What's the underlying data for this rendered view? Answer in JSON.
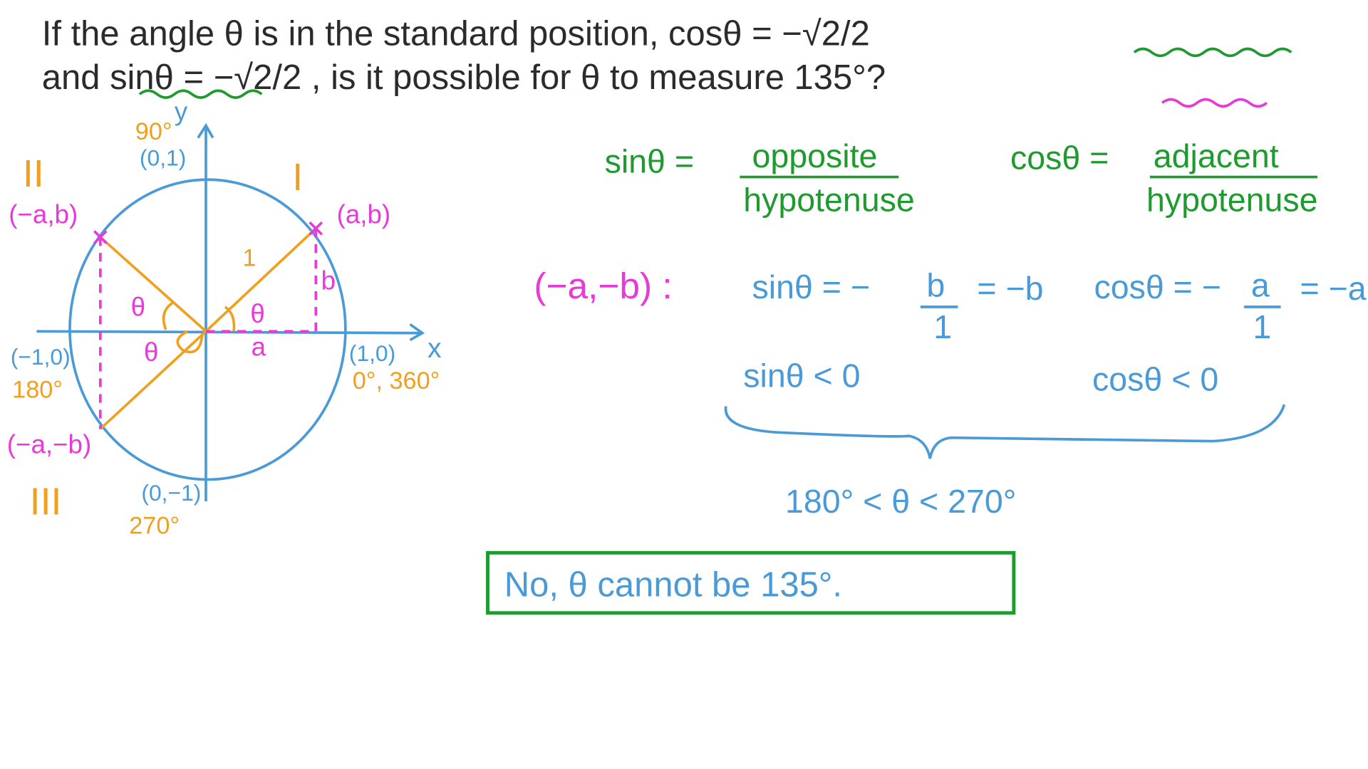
{
  "question": {
    "line1": "If the angle θ is in the standard position, cosθ = −√2/2",
    "line2": "and sinθ = −√2/2 , is it possible for θ to measure 135°?"
  },
  "diagram": {
    "axis_x": "x",
    "axis_y": "y",
    "quadrants": [
      "I",
      "II",
      "III"
    ],
    "points": {
      "q1": "(a,b)",
      "q2": "(−a,b)",
      "q3": "(−a,−b)"
    },
    "axis_points": {
      "top": "(0,1)",
      "top_deg": "90°",
      "left": "(−1,0)",
      "left_deg": "180°",
      "right": "(1,0)",
      "right_deg": "0°, 360°",
      "bottom": "(0,−1)",
      "bottom_deg": "270°"
    },
    "labels": {
      "hyp": "1",
      "side_b": "b",
      "side_a": "a",
      "theta": "θ"
    }
  },
  "formulas": {
    "sin_def_left": "sinθ =",
    "sin_num": "opposite",
    "sin_den": "hypotenuse",
    "cos_def_left": "cosθ =",
    "cos_num": "adjacent",
    "cos_den": "hypotenuse",
    "point": "(−a,−b) :",
    "sin_left": "sinθ = −",
    "sin_frac_num": "b",
    "sin_frac_den": "1",
    "sin_result": "= −b",
    "cos_left": "cosθ = −",
    "cos_frac_num": "a",
    "cos_frac_den": "1",
    "cos_result": "= −a",
    "sin_ineq": "sinθ < 0",
    "cos_ineq": "cosθ < 0",
    "range": "180° < θ < 270°"
  },
  "answer": "No, θ cannot be 135°.",
  "colors": {
    "green": "#1e9a2e",
    "blue": "#4a9ad8",
    "pink": "#e83ad8",
    "orange": "#f0a020",
    "black": "#2b2b2b"
  }
}
